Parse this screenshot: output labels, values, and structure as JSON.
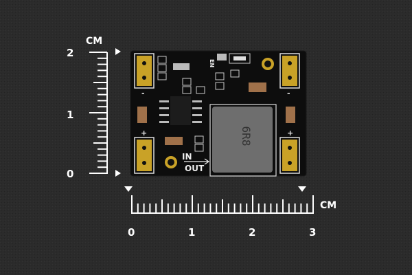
{
  "ruler_horizontal": {
    "unit": "CM",
    "labels": [
      "0",
      "1",
      "2",
      "3"
    ]
  },
  "ruler_vertical": {
    "unit": "CM",
    "labels": [
      "0",
      "1",
      "2"
    ]
  },
  "board": {
    "inductor_marking": "6R8",
    "in_label": "IN",
    "out_label": "OUT",
    "enable_label": "EN",
    "plus_label": "+",
    "minus_label": "-"
  },
  "colors": {
    "background": "#2b2b2b",
    "pcb": "#0d0d0d",
    "pad_gold": "#c9a227",
    "inductor": "#6e6e6e",
    "capacitor": "#a0714a"
  }
}
